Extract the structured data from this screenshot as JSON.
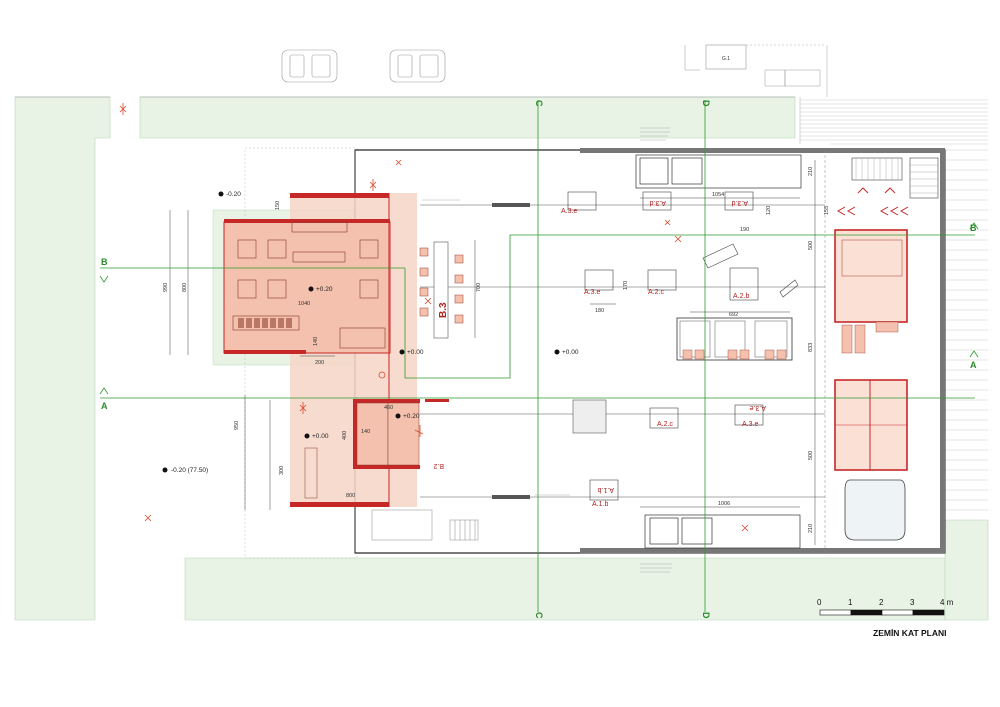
{
  "drawing": {
    "title": "ZEMİN KAT PLANI",
    "scale_labels": [
      "0",
      "1",
      "2",
      "3",
      "4 m"
    ],
    "section_axes": {
      "a": "A",
      "b": "B",
      "c": "C",
      "d": "D"
    },
    "neighbour_label": "G.1",
    "levels": {
      "terrace_top": "-0.20",
      "terrace_bottom": "-0.20 (77.50)",
      "floor_main": "+0.00",
      "floor_center": "+0.00",
      "platform_left": "+0.20",
      "platform_mid": "+0.20",
      "pavilion": "+0.00"
    },
    "room_codes": {
      "b3": "B.3",
      "b2": "B.2",
      "a3e_top": "A.3.e",
      "a3d_top": "A.3.d",
      "a3d_top2": "A.3.d",
      "a3e_mid": "A.3.e",
      "a2c_mid": "A.2.c",
      "a2b": "A.2.b",
      "a2c_low": "A.2.c",
      "a3e_low": "A.3.e",
      "a3e_low2": "A.3.e",
      "a1b": "A.1.b",
      "a1b_flip": "A.1.b"
    },
    "dimensions": {
      "d1054": "1054",
      "d1006": "1006",
      "d1040": "1040",
      "d990": "990",
      "d800a": "800",
      "d800b": "800",
      "d700": "700",
      "d692": "692",
      "d180": "180",
      "d200": "200",
      "d140a": "140",
      "d140b": "140",
      "d400": "400",
      "d460": "460",
      "d950": "950",
      "d300": "300",
      "d150": "150",
      "d210a": "210",
      "d210b": "210",
      "d155": "155",
      "d500a": "500",
      "d500b": "500",
      "d833": "833",
      "d120": "120",
      "d190": "190",
      "d170": "170"
    }
  }
}
